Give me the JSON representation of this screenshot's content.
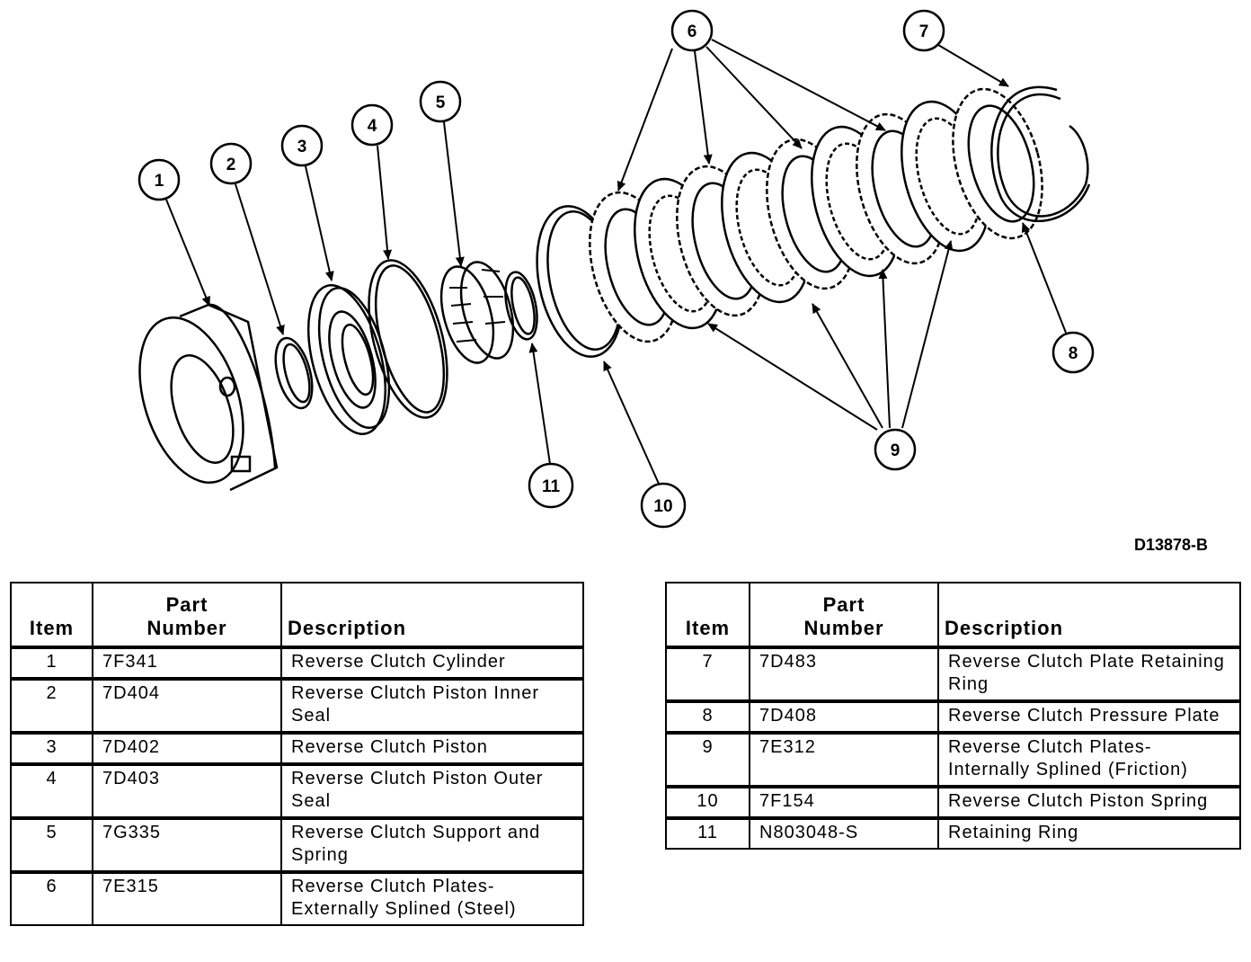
{
  "figure_id": "D13878-B",
  "callouts": [
    "1",
    "2",
    "3",
    "4",
    "5",
    "6",
    "7",
    "8",
    "9",
    "10",
    "11"
  ],
  "table_headers": {
    "item": "Item",
    "part_line1": "Part",
    "part_line2": "Number",
    "description": "Description"
  },
  "table_left": [
    {
      "item": "1",
      "part": "7F341",
      "desc": "Reverse Clutch Cylinder"
    },
    {
      "item": "2",
      "part": "7D404",
      "desc": "Reverse Clutch Piston Inner Seal"
    },
    {
      "item": "3",
      "part": "7D402",
      "desc": "Reverse Clutch Piston"
    },
    {
      "item": "4",
      "part": "7D403",
      "desc": "Reverse Clutch Piston Outer Seal"
    },
    {
      "item": "5",
      "part": "7G335",
      "desc": "Reverse Clutch Support and Spring"
    },
    {
      "item": "6",
      "part": "7E315",
      "desc": "Reverse Clutch Plates-Externally Splined (Steel)"
    }
  ],
  "table_right": [
    {
      "item": "7",
      "part": "7D483",
      "desc": "Reverse Clutch Plate Retaining Ring"
    },
    {
      "item": "8",
      "part": "7D408",
      "desc": "Reverse Clutch Pressure Plate"
    },
    {
      "item": "9",
      "part": "7E312",
      "desc": "Reverse Clutch Plates-Internally Splined (Friction)"
    },
    {
      "item": "10",
      "part": "7F154",
      "desc": "Reverse Clutch Piston Spring"
    },
    {
      "item": "11",
      "part": "N803048-S",
      "desc": "Retaining Ring"
    }
  ]
}
